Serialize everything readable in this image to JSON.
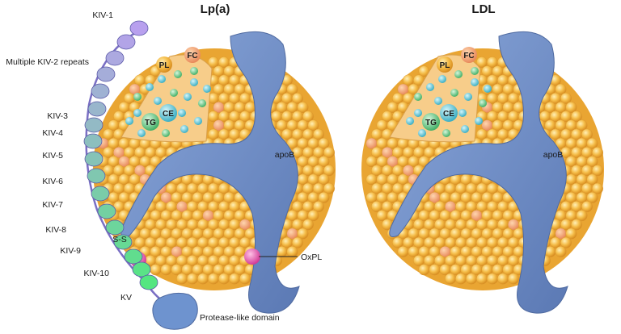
{
  "titles": {
    "lpa": "Lp(a)",
    "ldl": "LDL"
  },
  "kringles": [
    {
      "label": "KIV-1",
      "color": "#c9b6ec"
    },
    {
      "label": "Multiple KIV-2 repeats",
      "color": "#a98fe4"
    },
    {
      "label": "KIV-3",
      "color": "#9a92e8"
    },
    {
      "label": "KIV-4",
      "color": "#8f9aec"
    },
    {
      "label": "KIV-5",
      "color": "#93acef"
    },
    {
      "label": "KIV-6",
      "color": "#7fb4ee"
    },
    {
      "label": "KIV-7",
      "color": "#6fc6ea"
    },
    {
      "label": "KIV-8",
      "color": "#6fd3df"
    },
    {
      "label": "KIV-9",
      "color": "#84e0c6"
    },
    {
      "label": "KIV-10",
      "color": "#86e3a8"
    },
    {
      "label": "KV",
      "color": "#8fd79a"
    }
  ],
  "labels": {
    "ss": "S-S",
    "protease": "Protease-like domain",
    "oxpl": "OxPL",
    "apob": "apoB",
    "pl": "PL",
    "fc": "FC",
    "ce": "CE",
    "tg": "TG"
  },
  "colors": {
    "sphere": "#f3b53f",
    "apob": "#6f8fc7",
    "oxpl": "#ec5fb6",
    "core": "#5fc4d6",
    "kringle_dark": "#6a4fc4",
    "protease": "#6e93cf"
  }
}
